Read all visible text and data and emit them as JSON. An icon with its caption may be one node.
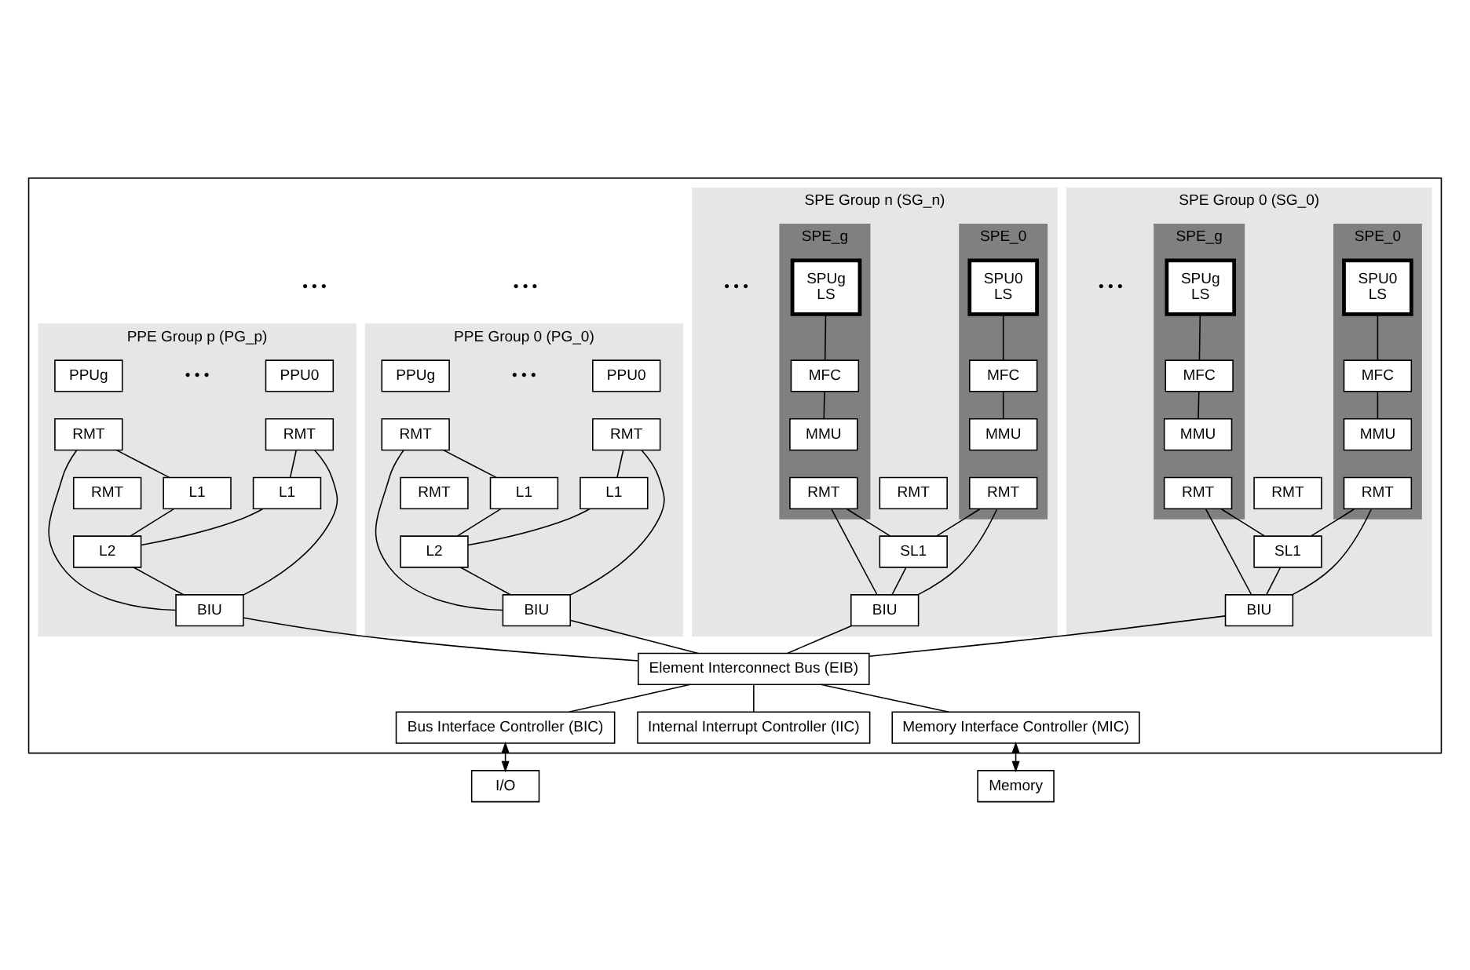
{
  "diagram": {
    "nodes": [
      {
        "text": [],
        "shape": "box"
      },
      {
        "text": [
          "SPE Group 0 (SG_0)"
        ],
        "in": 0
      },
      {
        "text": [
          "SPE_0"
        ],
        "in": 1
      },
      {
        "text": [
          "SPU0",
          "LS"
        ],
        "in": 2
      },
      {
        "text": [
          "MFC"
        ],
        "in": 2
      },
      {
        "text": [
          "MMU"
        ],
        "in": 2
      },
      {
        "text": [
          "RMT"
        ],
        "in": 2
      },
      {
        "text": [
          "SPE_g"
        ],
        "in": 1
      },
      {
        "text": [
          "SPUg",
          "LS"
        ],
        "in": 7
      },
      {
        "text": [
          "MFC"
        ],
        "in": 7
      },
      {
        "text": [
          "MMU"
        ],
        "in": 7
      },
      {
        "text": [
          "RMT"
        ],
        "in": 7
      },
      {
        "text": [
          "RMT"
        ],
        "in": 1
      },
      {
        "text": [
          "SL1"
        ],
        "in": 1
      },
      {
        "text": [
          "BIU"
        ],
        "in": 1
      },
      {
        "text": [
          "SPE Group n (SG_n)"
        ],
        "in": 0
      },
      {
        "text": [
          "SPE_0"
        ],
        "in": 15
      },
      {
        "text": [
          "SPU0",
          "LS"
        ],
        "in": 16
      },
      {
        "text": [
          "MFC"
        ],
        "in": 16
      },
      {
        "text": [
          "MMU"
        ],
        "in": 16
      },
      {
        "text": [
          "RMT"
        ],
        "in": 16
      },
      {
        "text": [
          "SPE_g"
        ],
        "in": 15
      },
      {
        "text": [
          "SPUg",
          "LS"
        ],
        "in": 21
      },
      {
        "text": [
          "MFC"
        ],
        "in": 21
      },
      {
        "text": [
          "MMU"
        ],
        "in": 21
      },
      {
        "text": [
          "RMT"
        ],
        "in": 21
      },
      {
        "text": [
          "RMT"
        ],
        "in": 15
      },
      {
        "text": [
          "SL1"
        ],
        "in": 15
      },
      {
        "text": [
          "BIU"
        ],
        "in": 15
      },
      {
        "text": [
          "PPE Group 0 (PG_0)"
        ],
        "in": 0
      },
      {
        "text": [
          "PPU0"
        ],
        "in": 29
      },
      {
        "text": [
          "RMT"
        ],
        "in": 29
      },
      {
        "text": [
          "L1"
        ],
        "in": 29
      },
      {
        "text": [
          "PPUg"
        ],
        "in": 29
      },
      {
        "text": [
          "RMT"
        ],
        "in": 29
      },
      {
        "text": [
          "L1"
        ],
        "in": 29
      },
      {
        "text": [
          "RMT"
        ],
        "in": 29
      },
      {
        "text": [
          "L2"
        ],
        "in": 29
      },
      {
        "text": [
          "BIU"
        ],
        "in": 29
      },
      {
        "text": [
          "PPE Group p (PG_p)"
        ],
        "in": 0
      },
      {
        "text": [
          "PPU0"
        ],
        "in": 39
      },
      {
        "text": [
          "RMT"
        ],
        "in": 39
      },
      {
        "text": [
          "L1"
        ],
        "in": 39
      },
      {
        "text": [
          "PPUg"
        ],
        "in": 39
      },
      {
        "text": [
          "RMT"
        ],
        "in": 39
      },
      {
        "text": [
          "L1"
        ],
        "in": 39
      },
      {
        "text": [
          "RMT"
        ],
        "in": 39
      },
      {
        "text": [
          "L2"
        ],
        "in": 39
      },
      {
        "text": [
          "BIU"
        ],
        "in": 39
      },
      {
        "text": [
          "Element Interconnect Bus (EIB)"
        ],
        "in": 0
      },
      {
        "text": [
          "Bus Interface Controller (BIC)"
        ],
        "in": 0
      },
      {
        "text": [
          "Internal Interrupt Controller (IIC)"
        ],
        "in": 0
      },
      {
        "text": [
          "Memory Interface Controller (MIC)"
        ],
        "in": 0
      },
      {
        "text": [
          "I/O"
        ]
      },
      {
        "text": [
          "Memory"
        ]
      }
    ],
    "edges": [
      {
        "from": 3,
        "to": 4,
        "arrow": "none"
      },
      {
        "from": 4,
        "to": 5,
        "arrow": "none"
      },
      {
        "from": 6,
        "to": 13,
        "arrow": "none"
      },
      {
        "from": 6,
        "to": 14,
        "arrow": "none"
      },
      {
        "from": 8,
        "to": 9,
        "arrow": "none"
      },
      {
        "from": 9,
        "to": 10,
        "arrow": "none"
      },
      {
        "from": 11,
        "to": 13,
        "arrow": "none"
      },
      {
        "from": 11,
        "to": 14,
        "arrow": "none"
      },
      {
        "from": 13,
        "to": 14,
        "arrow": "none"
      },
      {
        "from": 14,
        "to": 49,
        "arrow": "none"
      },
      {
        "from": 17,
        "to": 18,
        "arrow": "none"
      },
      {
        "from": 18,
        "to": 19,
        "arrow": "none"
      },
      {
        "from": 20,
        "to": 27,
        "arrow": "none"
      },
      {
        "from": 20,
        "to": 28,
        "arrow": "none"
      },
      {
        "from": 22,
        "to": 23,
        "arrow": "none"
      },
      {
        "from": 23,
        "to": 24,
        "arrow": "none"
      },
      {
        "from": 25,
        "to": 27,
        "arrow": "none"
      },
      {
        "from": 25,
        "to": 28,
        "arrow": "none"
      },
      {
        "from": 27,
        "to": 28,
        "arrow": "none"
      },
      {
        "from": 28,
        "to": 49,
        "arrow": "none"
      },
      {
        "from": 31,
        "to": 32,
        "arrow": "none"
      },
      {
        "from": 31,
        "to": 38,
        "arrow": "none"
      },
      {
        "from": 34,
        "to": 35,
        "arrow": "none"
      },
      {
        "from": 34,
        "to": 38,
        "arrow": "none"
      },
      {
        "from": 32,
        "to": 37,
        "arrow": "none"
      },
      {
        "from": 35,
        "to": 37,
        "arrow": "none"
      },
      {
        "from": 37,
        "to": 38,
        "arrow": "none"
      },
      {
        "from": 38,
        "to": 49,
        "arrow": "none"
      },
      {
        "from": 41,
        "to": 42,
        "arrow": "none"
      },
      {
        "from": 41,
        "to": 48,
        "arrow": "none"
      },
      {
        "from": 44,
        "to": 45,
        "arrow": "none"
      },
      {
        "from": 44,
        "to": 48,
        "arrow": "none"
      },
      {
        "from": 42,
        "to": 47,
        "arrow": "none"
      },
      {
        "from": 45,
        "to": 47,
        "arrow": "none"
      },
      {
        "from": 47,
        "to": 48,
        "arrow": "none"
      },
      {
        "from": 48,
        "to": 49,
        "arrow": "none"
      },
      {
        "from": 49,
        "to": 50,
        "arrow": "none"
      },
      {
        "from": 49,
        "to": 51,
        "arrow": "none"
      },
      {
        "from": 49,
        "to": 52,
        "arrow": "none"
      },
      {
        "from": 50,
        "to": 53,
        "arrow": "both"
      },
      {
        "from": 52,
        "to": 54,
        "arrow": "both"
      }
    ],
    "labels": [
      "• • •",
      "• • •",
      "• • •",
      "• • •",
      "• • •",
      "• • •"
    ]
  }
}
